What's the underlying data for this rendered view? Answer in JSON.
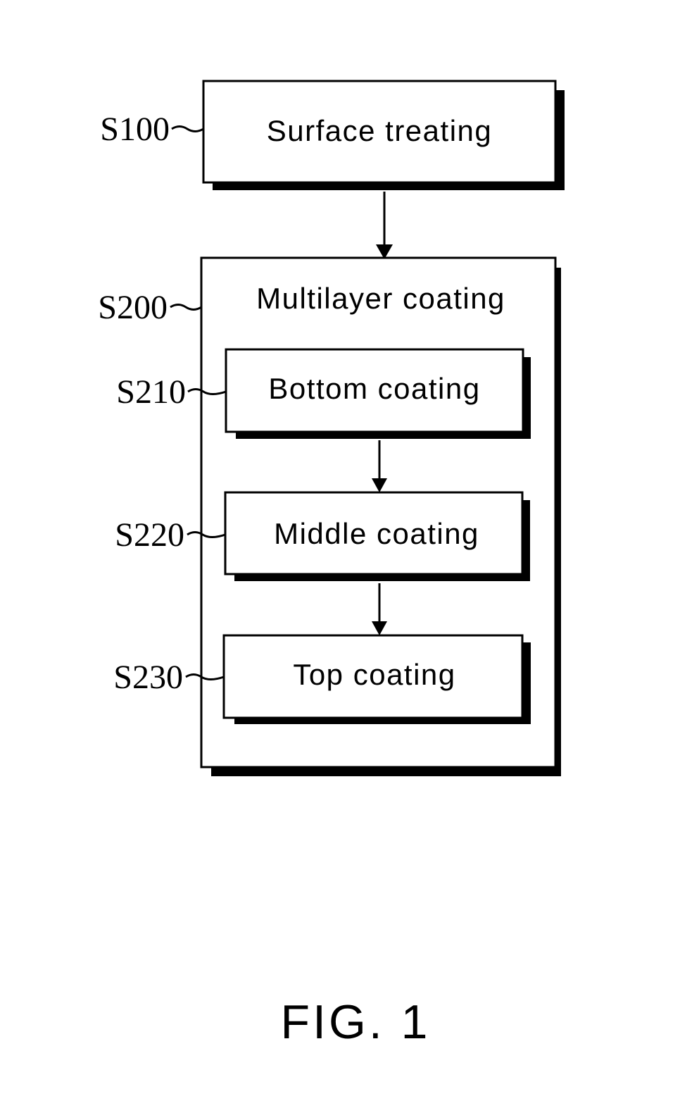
{
  "steps": {
    "s100": {
      "ref": "S100",
      "label": "Surface treating"
    },
    "s200": {
      "ref": "S200",
      "label": "Multilayer coating"
    },
    "s210": {
      "ref": "S210",
      "label": "Bottom coating"
    },
    "s220": {
      "ref": "S220",
      "label": "Middle coating"
    },
    "s230": {
      "ref": "S230",
      "label": "Top coating"
    }
  },
  "caption": "FIG. 1",
  "colors": {
    "line": "#000000",
    "background": "#ffffff"
  }
}
